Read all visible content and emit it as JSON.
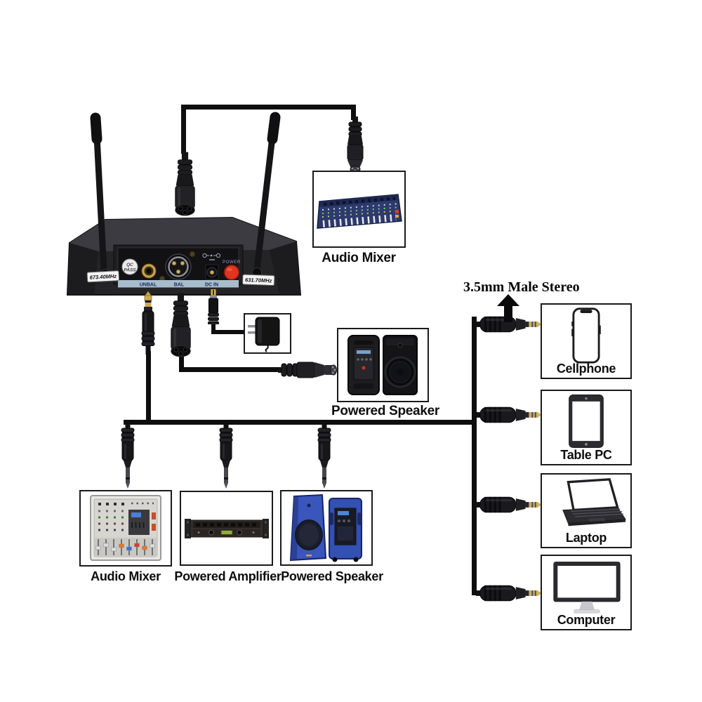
{
  "diagram": {
    "annotation_35mm": "3.5mm Male Stereo"
  },
  "receiver": {
    "freq_left": "673.40MHz",
    "freq_right": "631.70MHz",
    "qc_line1": "QC",
    "qc_line2": "PASS",
    "power_label": "POWER",
    "port_labels": {
      "unbal": "UNBAL",
      "bal": "BAL",
      "dc_in": "DC IN"
    }
  },
  "top_device": {
    "label": "Audio Mixer"
  },
  "mid_device": {
    "label": "Powered Speaker"
  },
  "bottom_devices": [
    {
      "label": "Audio Mixer"
    },
    {
      "label": "Powered Amplifier"
    },
    {
      "label": "Powered Speaker"
    }
  ],
  "right_devices": [
    {
      "label": "Cellphone",
      "icon": "cellphone-icon"
    },
    {
      "label": "Table PC",
      "icon": "tablet-icon"
    },
    {
      "label": "Laptop",
      "icon": "laptop-icon"
    },
    {
      "label": "Computer",
      "icon": "monitor-icon"
    }
  ],
  "colors": {
    "cable": "#0e0e0e",
    "box_border": "#1a1a1a",
    "power_button_red": "#e03321",
    "jack_gold": "#cda94f",
    "panel_strip_blue": "#a7bdcb",
    "panel_strip_text": "#15265e",
    "top_mixer_blue": "#2c3a6e",
    "speaker_blue": "#3a55bb"
  }
}
